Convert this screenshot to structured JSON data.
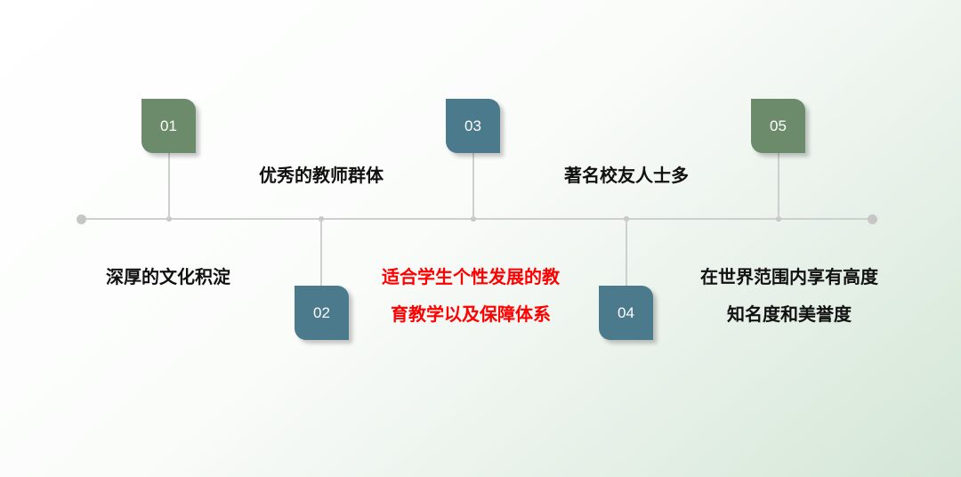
{
  "colors": {
    "badge_green": "#6b8b6b",
    "badge_blue": "#4a7a8c",
    "highlight_text": "#ff0000",
    "line": "#cfcfcf"
  },
  "nodes": [
    {
      "number": "01",
      "lines": [
        "深厚的文化积淀"
      ],
      "highlight": false
    },
    {
      "number": "02",
      "lines": [
        "优秀的教师群体"
      ],
      "highlight": false
    },
    {
      "number": "03",
      "lines": [
        "适合学生个性发展的教",
        "育教学以及保障体系"
      ],
      "highlight": true
    },
    {
      "number": "04",
      "lines": [
        "著名校友人士多"
      ],
      "highlight": false
    },
    {
      "number": "05",
      "lines": [
        "在世界范围内享有高度",
        "知名度和美誉度"
      ],
      "highlight": false
    }
  ]
}
